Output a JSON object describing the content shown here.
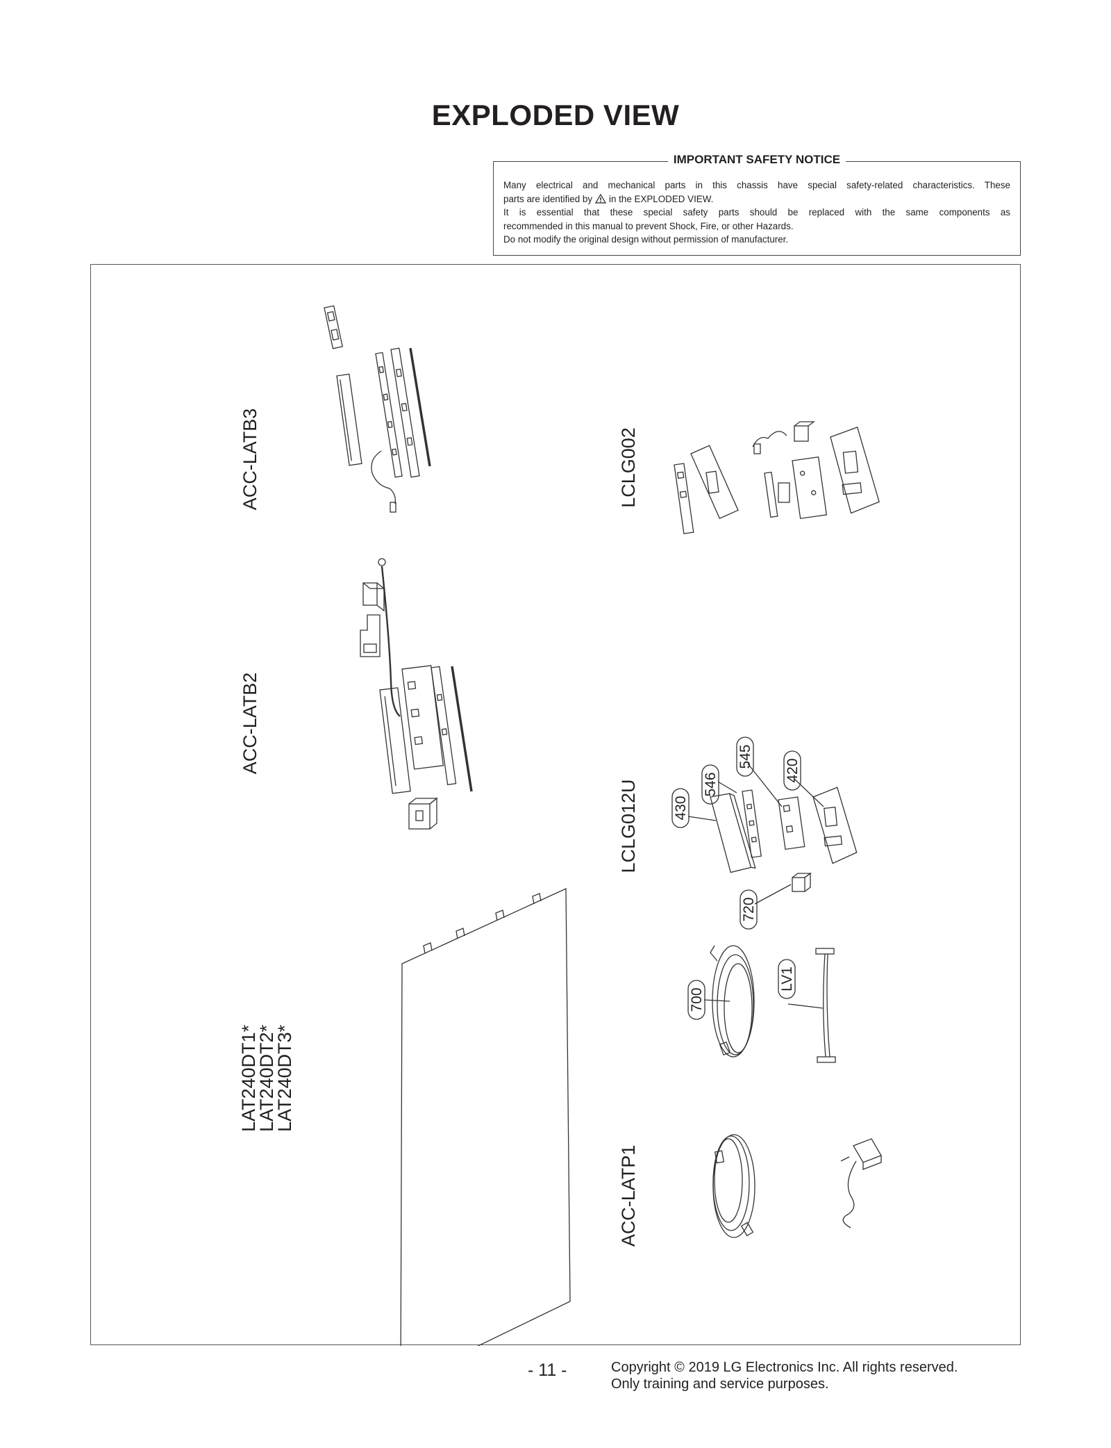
{
  "page": {
    "title": "EXPLODED VIEW",
    "page_number": "- 11 -"
  },
  "safety_notice": {
    "title": "IMPORTANT SAFETY NOTICE",
    "line1": "Many electrical and mechanical parts in this chassis have special safety-related characteristics. These",
    "line2_before_icon": "parts are identified by",
    "line2_after_icon": "in the EXPLODED VIEW.",
    "line3": "It is essential that these special safety parts should be replaced with the same components as",
    "line4": "recommended in this manual to prevent Shock, Fire, or other Hazards.",
    "line5": "Do not modify the original design without permission of manufacturer.",
    "icon": "warning-triangle-icon"
  },
  "assembly_labels": {
    "acc_latb3": "ACC-LATB3",
    "acc_latb2": "ACC-LATB2",
    "lat240dt1": "LAT240DT1*",
    "lat240dt2": "LAT240DT2*",
    "lat240dt3": "LAT240DT3*",
    "lclg002": "LCLG002",
    "lclg012u": "LCLG012U",
    "acc_latp1": "ACC-LATP1"
  },
  "callouts": {
    "c430": "430",
    "c546": "546",
    "c545": "545",
    "c420": "420",
    "c720": "720",
    "c700": "700",
    "lv1": "LV1"
  },
  "footer": {
    "copyright_line1": "Copyright © 2019 LG Electronics Inc. All rights reserved.",
    "copyright_line2": "Only training and service purposes."
  }
}
